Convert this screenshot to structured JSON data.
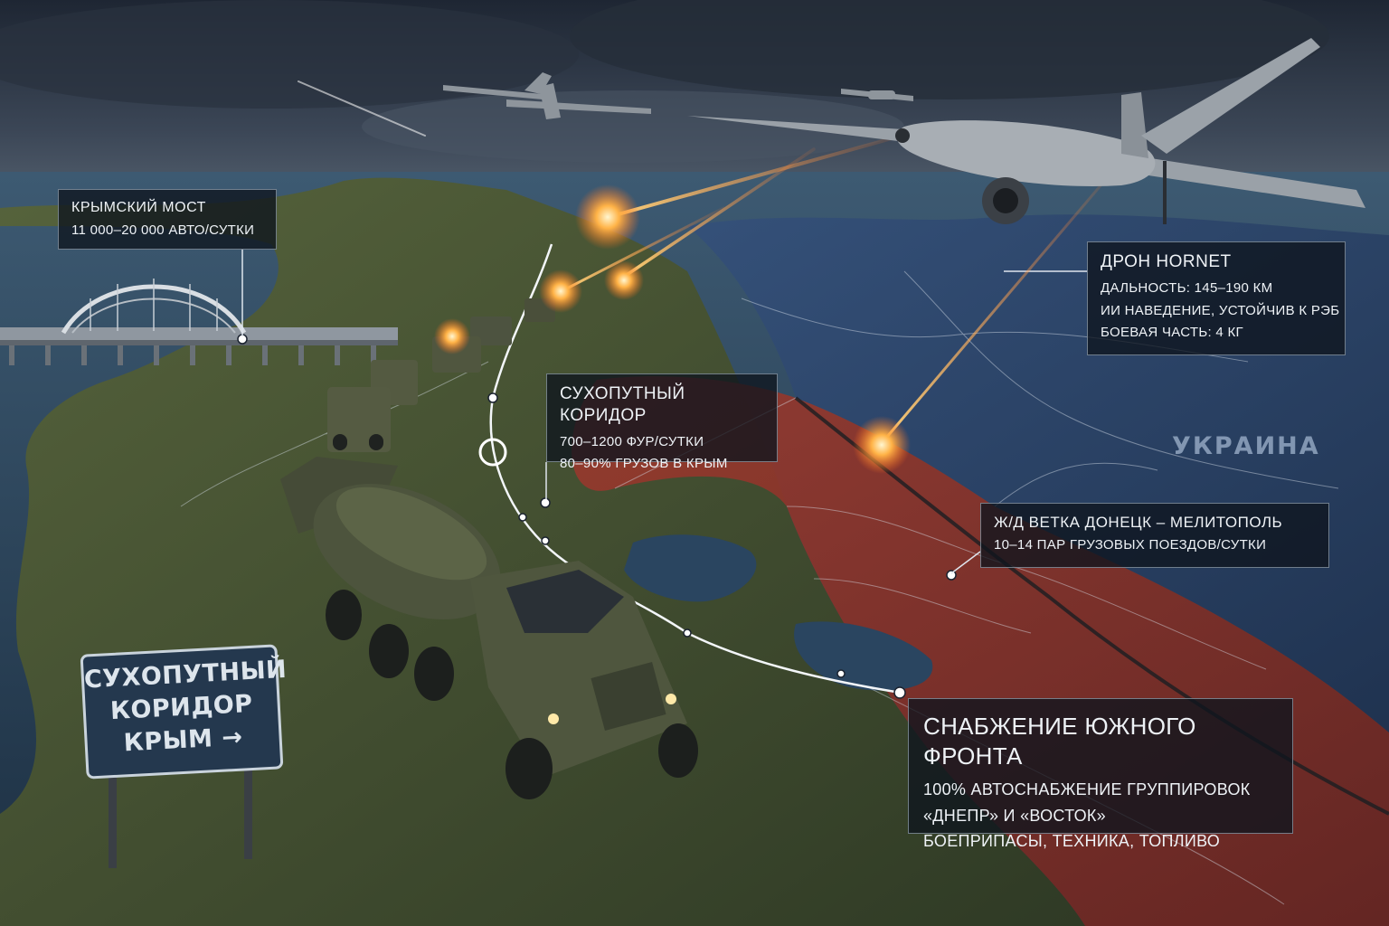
{
  "callouts": {
    "bridge": {
      "title": "КРЫМСКИЙ МОСТ",
      "line1": "11 000–20 000 АВТО/СУТКИ"
    },
    "drone": {
      "title": "ДРОН HORNET",
      "line1": "ДАЛЬНОСТЬ: 145–190 КМ",
      "line2": "ИИ НАВЕДЕНИЕ, УСТОЙЧИВ К РЭБ",
      "line3": "БОЕВАЯ ЧАСТЬ: 4 КГ"
    },
    "corridor": {
      "title": "СУХОПУТНЫЙ КОРИДОР",
      "line1": "700–1200 ФУР/СУТКИ",
      "line2": "80–90% ГРУЗОВ В КРЫМ"
    },
    "rail": {
      "title": "Ж/Д ВЕТКА ДОНЕЦК – МЕЛИТОПОЛЬ",
      "line1": "10–14 ПАР ГРУЗОВЫХ ПОЕЗДОВ/СУТКИ"
    },
    "supply": {
      "title": "СНАБЖЕНИЕ ЮЖНОГО ФРОНТА",
      "line1": "100% АВТОСНАБЖЕНИЕ ГРУППИРОВОК",
      "line2": "«ДНЕПР» И «ВОСТОК»",
      "line3": "БОЕПРИПАСЫ, ТЕХНИКА, ТОПЛИВО"
    }
  },
  "map_labels": {
    "ukraine": "УКРАИНА"
  },
  "road_sign": {
    "line1": "СУХОПУТНЫЙ",
    "line2": "КОРИДОР",
    "line3": "КРЫМ →"
  },
  "colors": {
    "sea": "#2c4a63",
    "land": "#4d5b35",
    "occupied_region": "#8a2f26",
    "ukraine_region": "#2d4566",
    "sky": "#2b3442",
    "strike_glow": "#ffb347",
    "panel_bg": "#0e141e",
    "panel_border": "#becddc"
  }
}
